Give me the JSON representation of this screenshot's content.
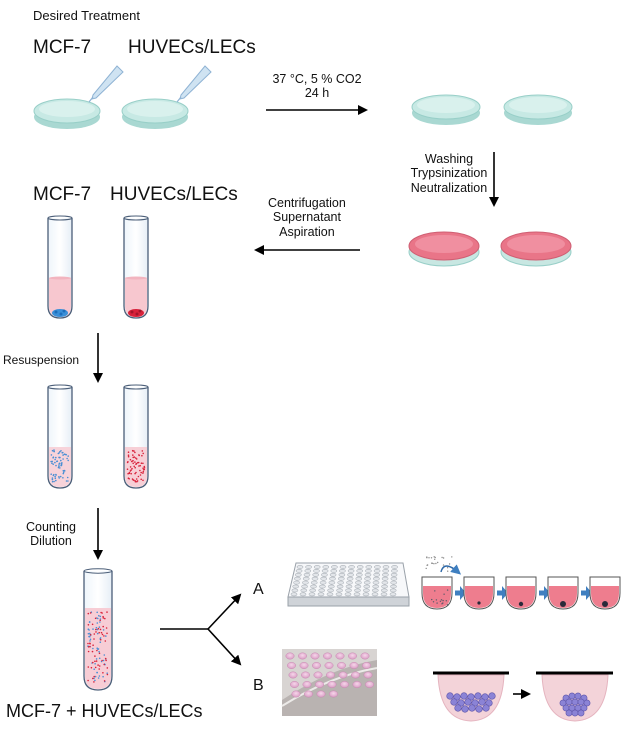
{
  "title": "Desired Treatment",
  "top_labels": {
    "left": "MCF-7",
    "right": "HUVECs/LECs"
  },
  "incubation": {
    "line1": "37 °C, 5 % CO2",
    "line2": "24 h"
  },
  "wash_step": {
    "line1": "Washing",
    "line2": "Trypsinization",
    "line3": "Neutralization"
  },
  "centrifuge_step": {
    "line1": "Centrifugation",
    "line2": "Supernatant",
    "line3": "Aspiration"
  },
  "tube_labels": {
    "left": "MCF-7",
    "right": "HUVECs/LECs"
  },
  "resuspension": "Resuspension",
  "counting": {
    "line1": "Counting",
    "line2": "Dilution"
  },
  "final_label": "MCF-7 + HUVECs/LECs",
  "branch_labels": {
    "a": "A",
    "b": "B"
  },
  "colors": {
    "dish": "#bfe3df",
    "dish_edge": "#8ecac4",
    "dish_red": "#e9697a",
    "media_pink": "#f7c7cf",
    "mcf7_blue": "#3a8fd8",
    "huvec_red": "#d8213a",
    "arrow": "#000000",
    "flow_arrow": "#3f7fc0",
    "spheroid": "#7b6fc9"
  }
}
